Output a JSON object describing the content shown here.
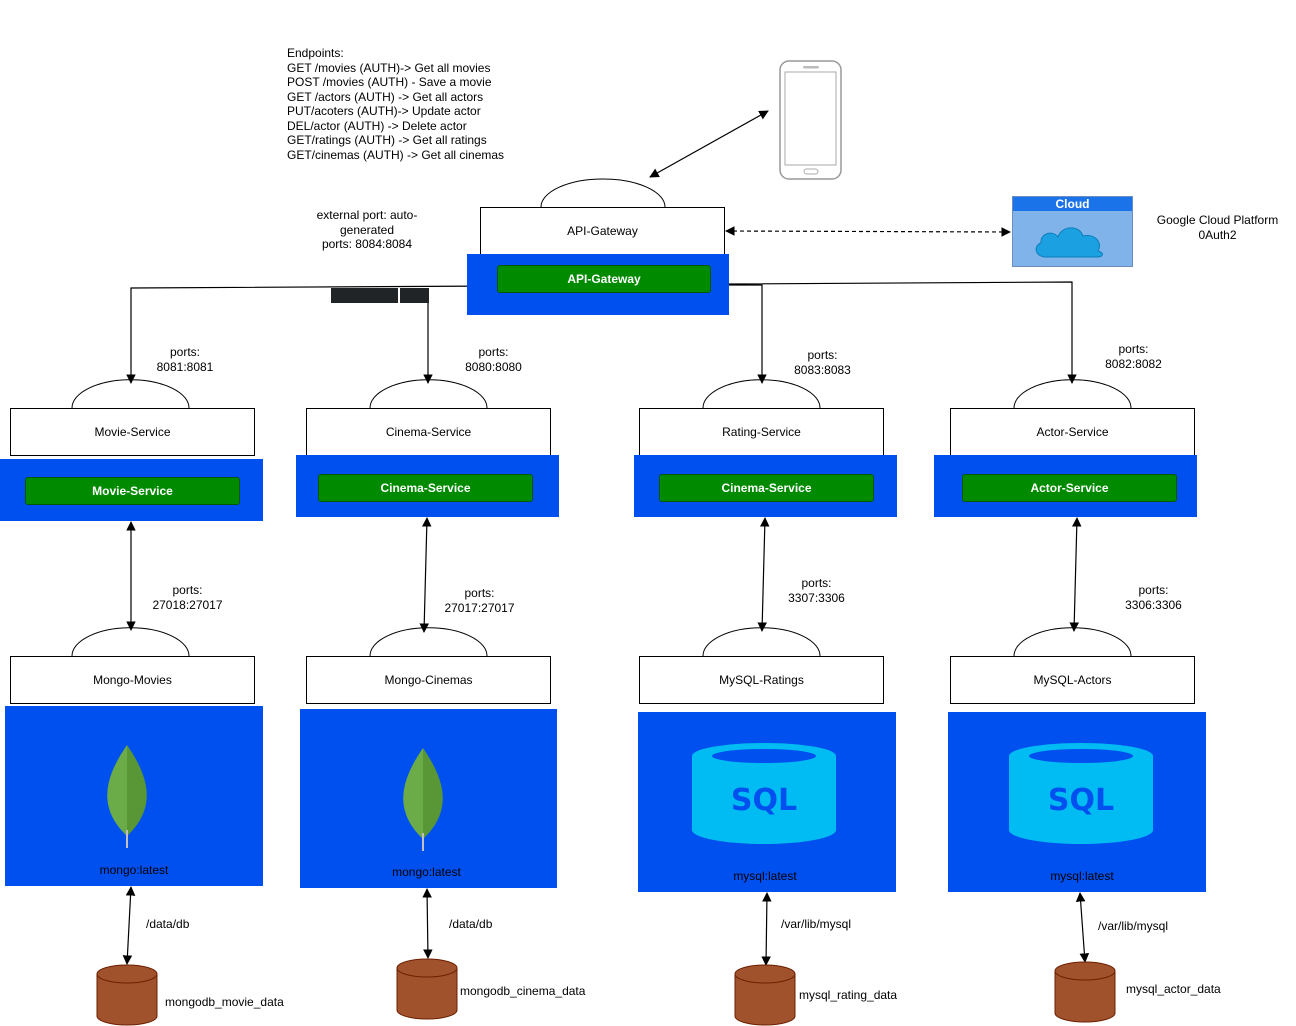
{
  "endpoints": {
    "title": "Endpoints:",
    "lines": [
      "GET /movies (AUTH)-> Get all movies",
      "POST /movies (AUTH) - Save a movie",
      "GET /actors (AUTH) -> Get all actors",
      "PUT/acoters (AUTH)-> Update actor",
      "DEL/actor (AUTH) -> Delete actor",
      "GET/ratings (AUTH) -> Get all ratings",
      "GET/cinemas (AUTH) -> Get all cinemas"
    ]
  },
  "gateway": {
    "port_lines": [
      "external port: auto-",
      "generated",
      "ports: 8084:8084"
    ],
    "box_label": "API-Gateway",
    "container_label": "API-Gateway"
  },
  "cloud": {
    "header": "Cloud",
    "caption_lines": [
      "Google Cloud Platform",
      "0Auth2"
    ]
  },
  "services": [
    {
      "ports_title": "ports:",
      "ports": "8081:8081",
      "box_label": "Movie-Service",
      "container_label": "Movie-Service",
      "db_ports_title": "ports:",
      "db_ports": "27018:27017",
      "db_label": "Mongo-Movies",
      "image": "mongo:latest",
      "volume_path": "/data/db",
      "volume_name": "mongodb_movie_data"
    },
    {
      "ports_title": "ports:",
      "ports": "8080:8080",
      "box_label": "Cinema-Service",
      "container_label": "Cinema-Service",
      "db_ports_title": "ports:",
      "db_ports": "27017:27017",
      "db_label": "Mongo-Cinemas",
      "image": "mongo:latest",
      "volume_path": "/data/db",
      "volume_name": "mongodb_cinema_data"
    },
    {
      "ports_title": "ports:",
      "ports": "8083:8083",
      "box_label": "Rating-Service",
      "container_label": "Cinema-Service",
      "db_ports_title": "ports:",
      "db_ports": "3307:3306",
      "db_label": "MySQL-Ratings",
      "image": "mysql:latest",
      "volume_path": "/var/lib/mysql",
      "volume_name": "mysql_rating_data"
    },
    {
      "ports_title": "ports:",
      "ports": "8082:8082",
      "box_label": "Actor-Service",
      "container_label": "Actor-Service",
      "db_ports_title": "ports:",
      "db_ports": "3306:3306",
      "db_label": "MySQL-Actors",
      "image": "mysql:latest",
      "volume_path": "/var/lib/mysql",
      "volume_name": "mysql_actor_data"
    }
  ],
  "icons": {
    "phone": "smartphone-icon",
    "cloud": "cloud-icon",
    "mongo": "mongodb-leaf-icon",
    "sql": "sql-database-icon",
    "volume": "volume-cylinder-icon"
  },
  "colors": {
    "container_blue": "#0050ef",
    "label_green": "#008a00",
    "volume_brown": "#a0522d",
    "cloud_blue": "#1ba1e2",
    "sql_cyan": "#00bcf2"
  }
}
